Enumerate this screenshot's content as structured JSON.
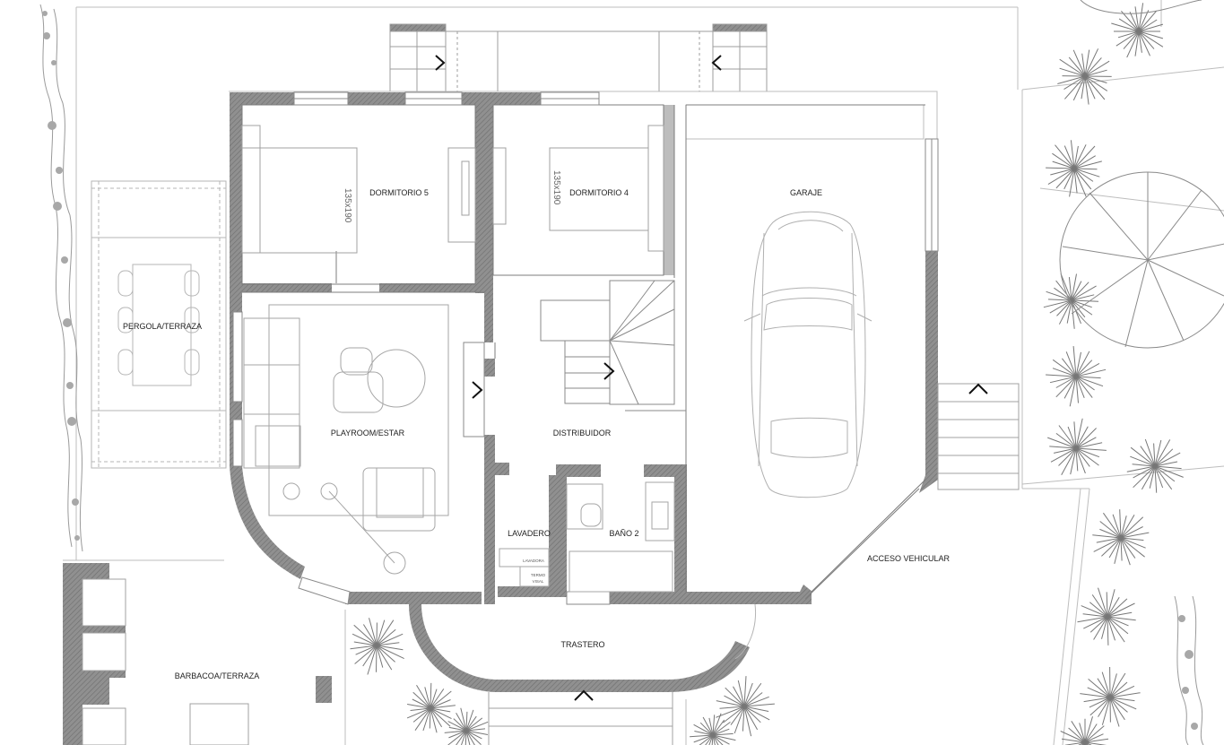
{
  "rooms": {
    "dormitorio5": "DORMITORIO 5",
    "dormitorio4": "DORMITORIO 4",
    "garaje": "GARAJE",
    "pergola": "PERGOLA/TERRAZA",
    "playroom": "PLAYROOM/ESTAR",
    "distribuidor": "DISTRIBUIDOR",
    "lavadero": "LAVADERO",
    "bano2": "BAÑO 2",
    "acceso": "ACCESO VEHICULAR",
    "trastero": "TRASTERO",
    "barbacoa": "BARBACOA/TERRAZA"
  },
  "beds": {
    "bed5": "135x190",
    "bed4": "135x190"
  },
  "appliances": {
    "lavadora": "LAVADORA",
    "termo": "TERMO",
    "termo2": "VISAL"
  },
  "colors": {
    "wall": "#8c8c8c",
    "line": "#6a6a6a",
    "light": "#b9b9b9",
    "plant": "#9a9a9a"
  }
}
